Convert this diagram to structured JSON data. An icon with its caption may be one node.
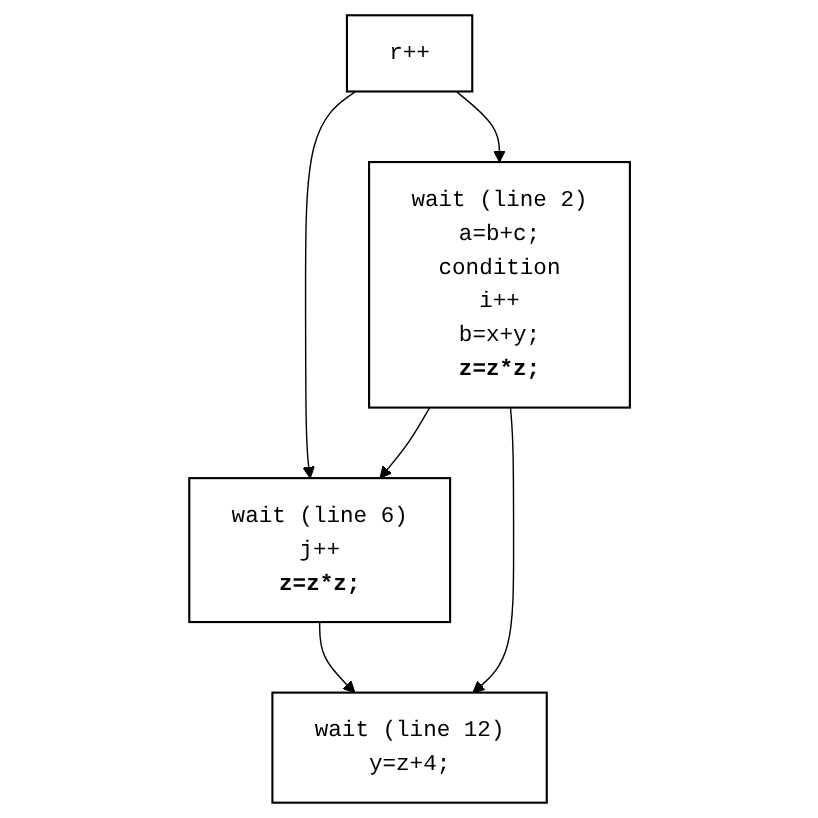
{
  "diagram": {
    "nodes": [
      {
        "text": [
          "r++"
        ]
      },
      {
        "text": [
          "wait (line 2)",
          "a=b+c;",
          "condition",
          "i++",
          "b=x+y;",
          "**z=z*z;**"
        ]
      },
      {
        "text": [
          "wait (line 6)",
          "j++",
          "**z=z*z;**"
        ]
      },
      {
        "text": [
          "wait (line 12)",
          "y=z+4;"
        ]
      }
    ],
    "edges": [
      {
        "from": 0,
        "to": 1,
        "arrow": "to"
      },
      {
        "from": 0,
        "to": 2,
        "arrow": "to"
      },
      {
        "from": 1,
        "to": 2,
        "arrow": "to"
      },
      {
        "from": 2,
        "to": 3,
        "arrow": "to"
      },
      {
        "from": 1,
        "to": 3,
        "arrow": "to"
      }
    ]
  }
}
